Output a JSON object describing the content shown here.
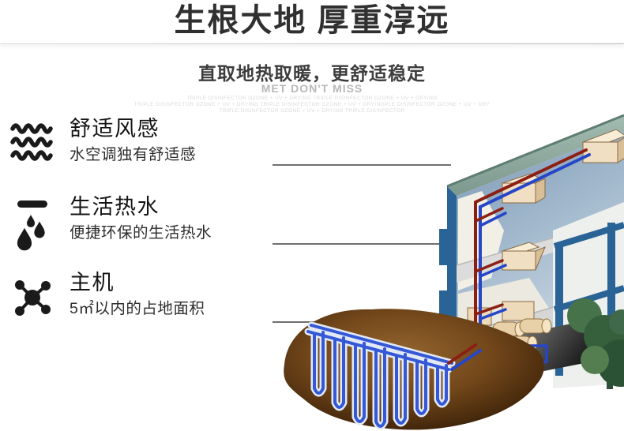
{
  "header": {
    "title": "生根大地 厚重淳远",
    "subtitle": "直取地热取暖，更舒适稳定",
    "tagline": "MET DON'T MISS",
    "fineprint_lines": [
      "TRIPLE DISINFECTOR  OZONE + UV + DRYING  TRIPLE DISINFECTOR  OZONE + UV + DRYING",
      "TRIPLE DISINFECTOR  OZONE + UV + DRYING  TRIPLE DISINFECTOR  OZONE + UV + DRYINGPLE DISINFECTOR  OZONE + UV + DRY",
      "TRIPLE DISINFECTOR  OZONE + UV + DRYING  TRIPLE DISINFECTOR"
    ]
  },
  "features": [
    {
      "icon": "waves-icon",
      "title": "舒适风感",
      "desc": "水空调独有舒适感"
    },
    {
      "icon": "water-drops-icon",
      "title": "生活热水",
      "desc": "便捷环保的生活热水"
    },
    {
      "icon": "molecule-icon",
      "title": "主机",
      "desc": "5㎡以内的占地面积"
    }
  ],
  "illustration": {
    "description": "cutaway building with geothermal ground-loop heat pump system"
  },
  "colors": {
    "title_text": "#303030",
    "subtitle_text": "#3d3d3d",
    "tagline_text": "#b8b8b8",
    "fineprint_text": "#d9d9d9",
    "feature_icon": "#1a1a1a",
    "connector_line": "#6f6f6f",
    "pipe_red": "#8c1f14",
    "pipe_blue": "#2646c8",
    "earth_brown": "#6b4418",
    "steel_blue_frame": "#2a6496",
    "unit_beige": "#f0dfc2",
    "roof_teal": "#8fada3"
  }
}
